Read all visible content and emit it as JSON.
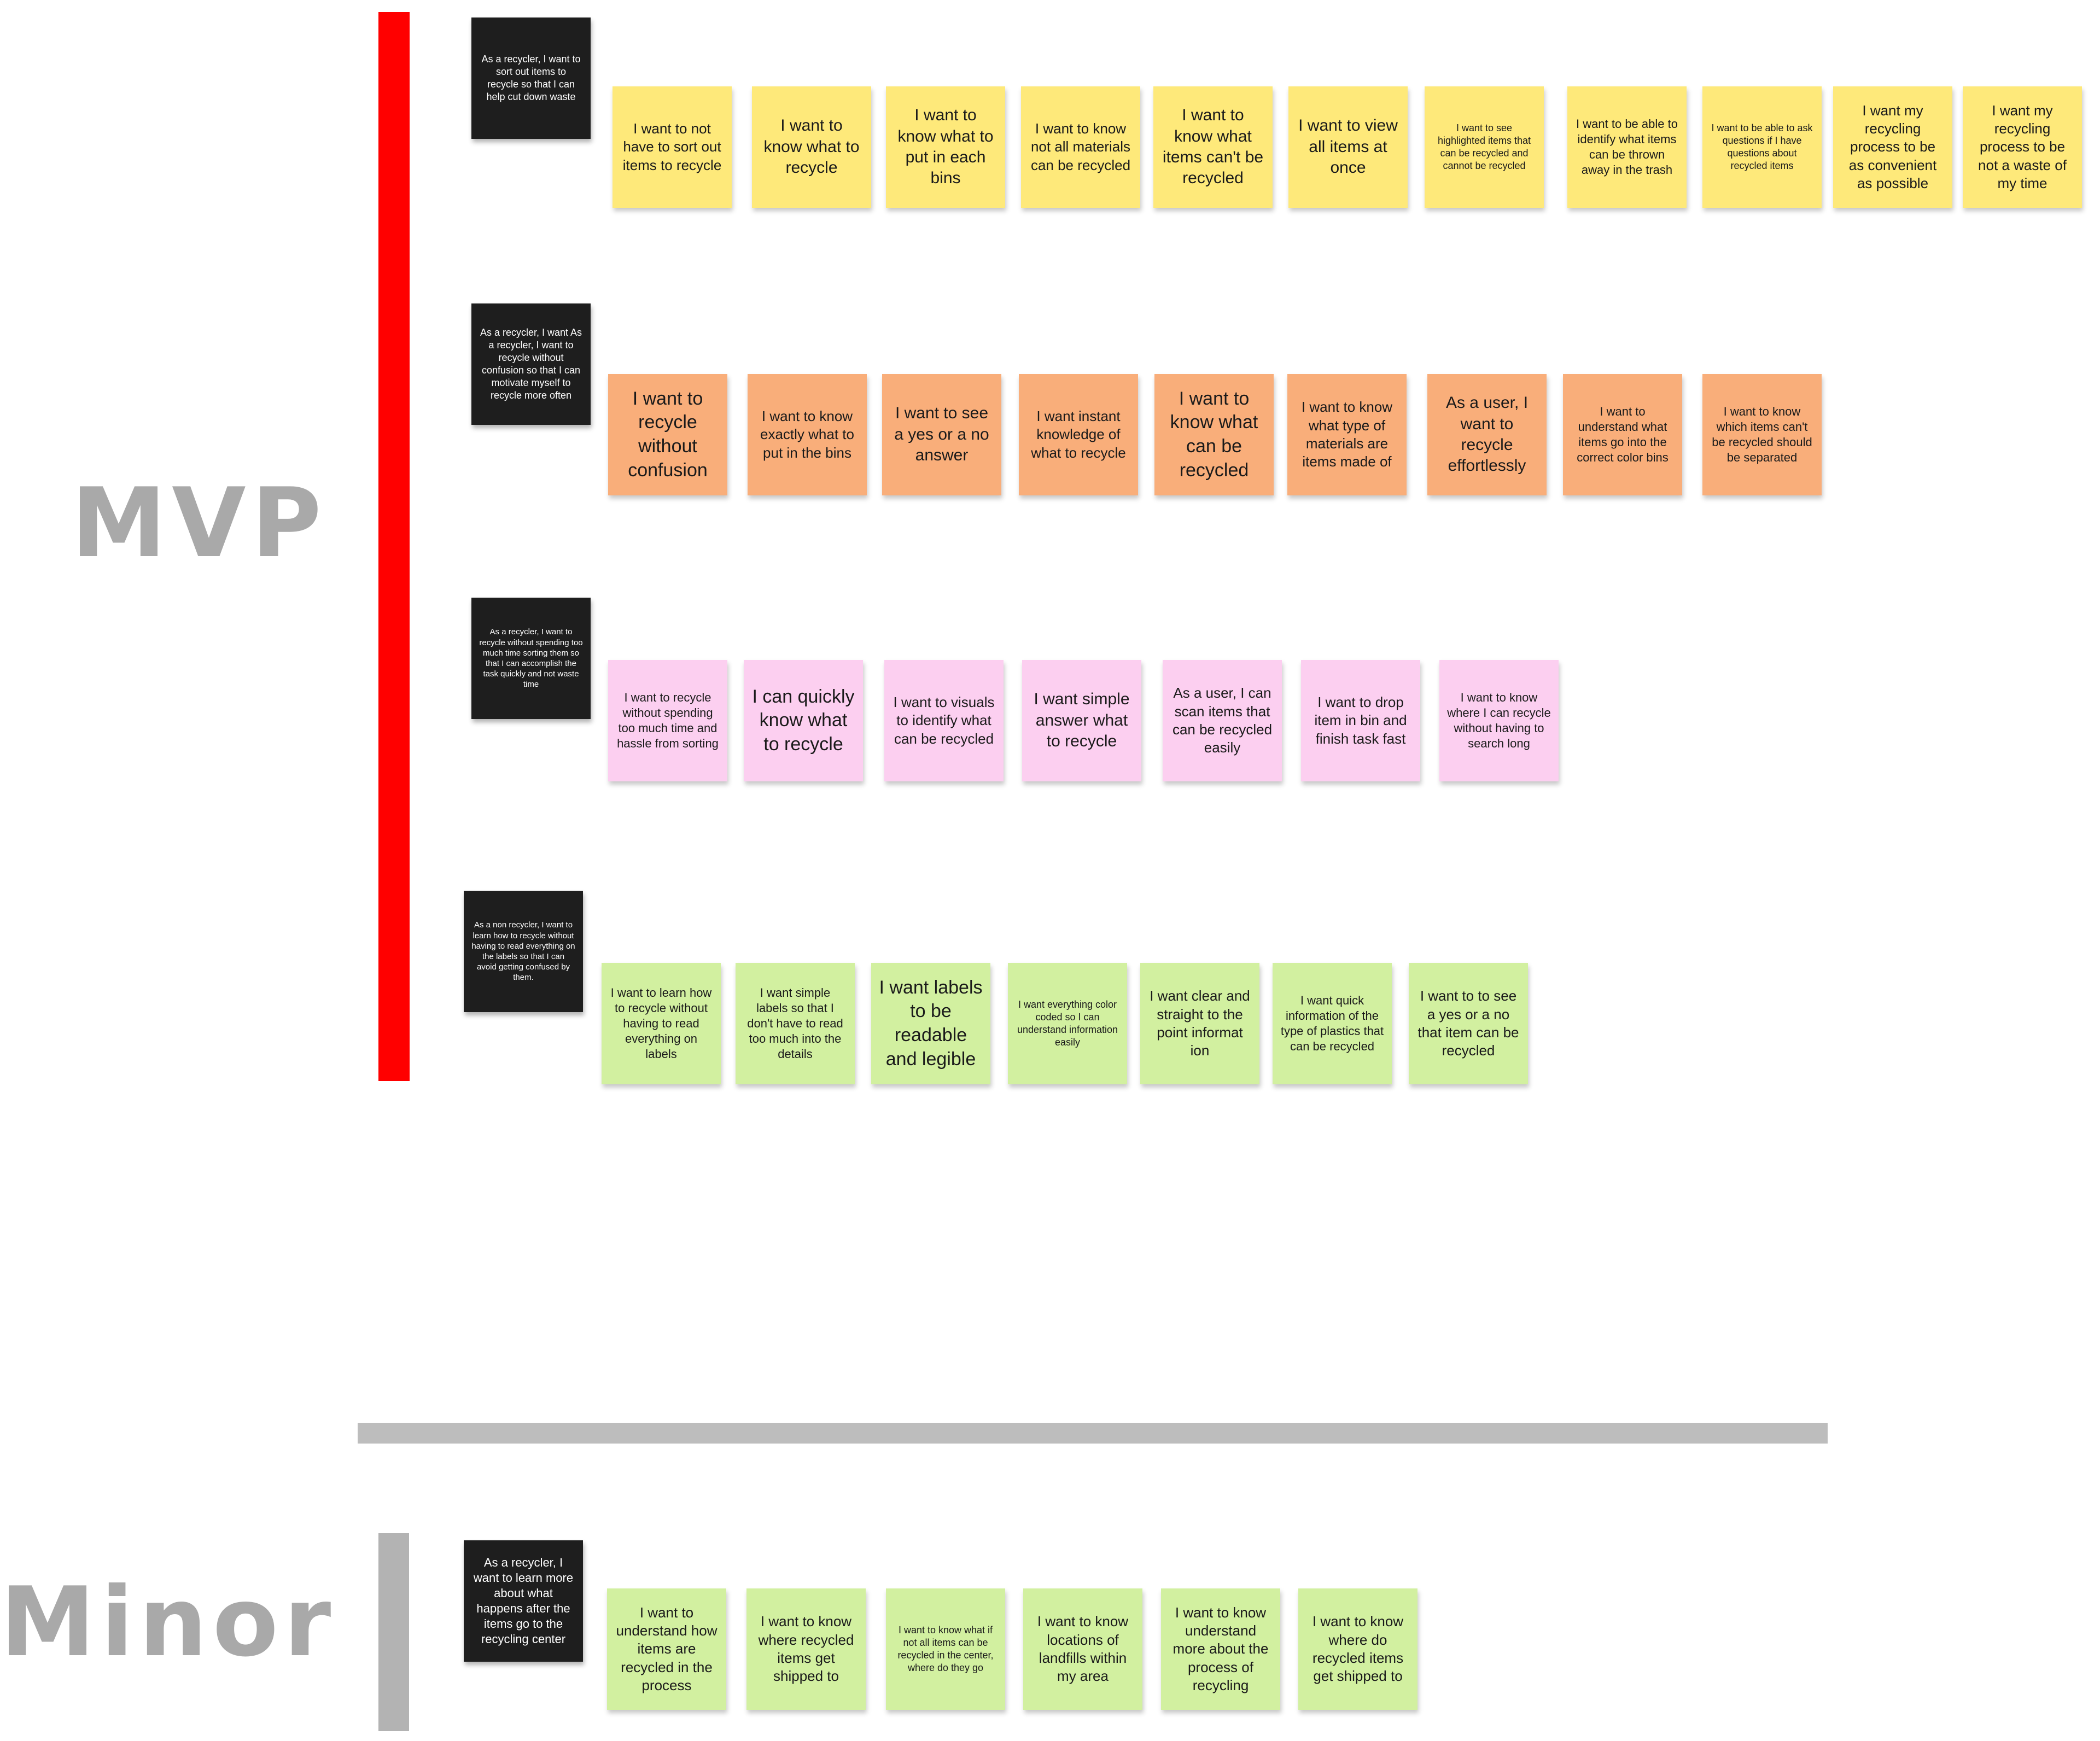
{
  "labels": {
    "mvp": "MVP",
    "minor": "Minor"
  },
  "rows": {
    "r1": {
      "persona": "As a recycler, I want to sort out items to recycle so that I can help cut down waste",
      "notes": [
        "I want to not have to sort out items to recycle",
        "I want to know what to recycle",
        "I want to know what to put in each bins",
        "I want to know not all materials can be recycled",
        "I want to know what items can't be recycled",
        "I want to view all items at once",
        "I want to see highlighted items that can be recycled and cannot be recycled",
        "I want to be able to identify what items can be thrown away in the trash",
        "I want to be able to ask questions if I have questions about recycled items",
        "I want my recycling process to be as convenient as possible",
        "I want my recycling process to be not a waste of my time"
      ]
    },
    "r2": {
      "persona": "As a recycler, I want As a recycler, I want to recycle without confusion so that I can motivate myself to recycle more often",
      "notes": [
        "I want to recycle without confusion",
        "I want to know exactly what to put in the bins",
        "I want to see a yes or a no answer",
        "I want instant knowledge of what to recycle",
        "I want to know what can be recycled",
        "I want to know what type of materials are items made of",
        "As a user, I want to recycle effortlessly",
        "I want to understand what items go into the correct color bins",
        "I want to know which items can't be recycled should be separated"
      ]
    },
    "r3": {
      "persona": "As a recycler, I want to recycle without spending too much time sorting them so that I can accomplish the task quickly and not waste time",
      "notes": [
        "I want to recycle without spending too much time and hassle from sorting",
        "I can quickly know what to recycle",
        "I want to visuals to identify what can be recycled",
        "I want simple answer what to recycle",
        "As a user, I can scan items that can be recycled easily",
        "I want to drop item in bin and finish task fast",
        "I want to know where I can recycle without having to search long"
      ]
    },
    "r4": {
      "persona": "As a non recycler, I want to learn how to recycle without having to read everything on the labels so that I can avoid getting confused by them.",
      "notes": [
        "I want to learn how to recycle without having to read everything on labels",
        "I want simple labels so that I don't have to read too much into the details",
        "I want labels to be readable and legible",
        "I want everything color coded so I can understand information easily",
        "I want clear and straight to the point informat ion",
        "I want quick information of the type of plastics that can be recycled",
        "I want to to see a yes or a no that item can be recycled"
      ]
    },
    "r5": {
      "persona": "As a recycler, I want to learn more about what happens after the items go to the recycling center",
      "notes": [
        "I want to understand how items are recycled in the process",
        "I want to know where recycled items get shipped to",
        "I want to know what if not all items can be recycled in the center, where do they go",
        "I want to know locations of landfills within my area",
        "I want to know understand more about the process of recycling",
        "I want to know where do recycled items get shipped to"
      ]
    }
  }
}
